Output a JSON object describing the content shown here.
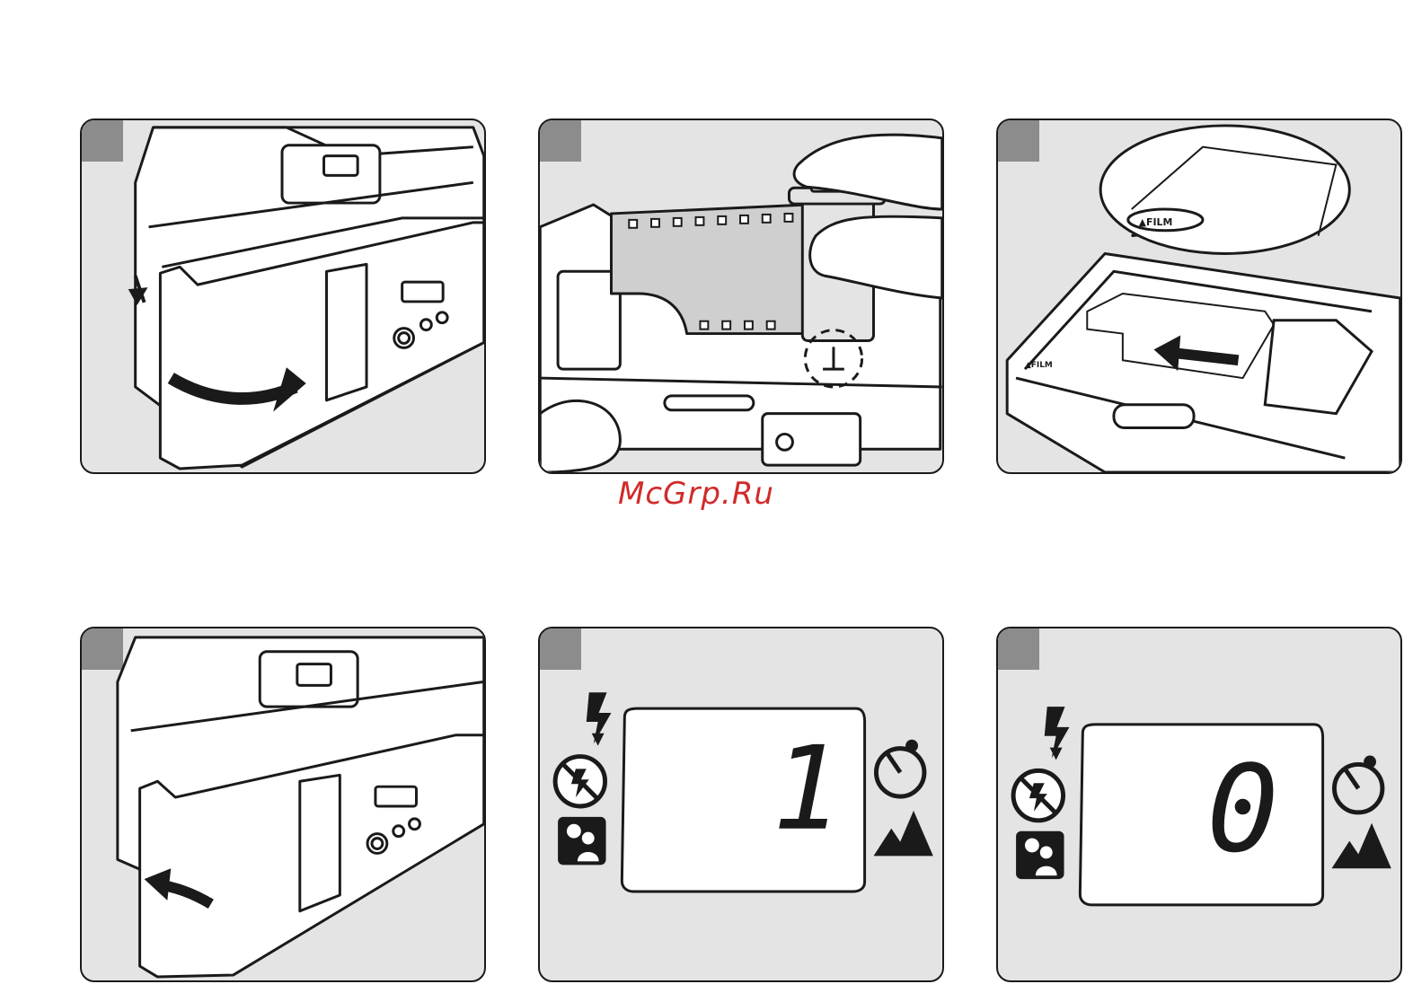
{
  "watermark": {
    "text": "McGrp.Ru"
  },
  "panels": [
    {
      "id": "open-back",
      "icons": [
        "release-arrow-icon",
        "swing-open-arrow-icon"
      ]
    },
    {
      "id": "insert-cartridge",
      "icons": [
        "film-cartridge-icon",
        "finger-icon"
      ]
    },
    {
      "id": "pull-film-leader",
      "film_mark": "▲FILM",
      "icons": [
        "pull-arrow-icon"
      ]
    },
    {
      "id": "close-back",
      "icons": [
        "swing-close-arrow-icon"
      ]
    },
    {
      "id": "counter-one",
      "counter": "1",
      "icons": [
        "flash-icon",
        "flash-off-icon",
        "night-portrait-icon",
        "self-timer-icon",
        "landscape-icon"
      ]
    },
    {
      "id": "counter-zero",
      "counter": "0",
      "icons": [
        "flash-icon",
        "flash-off-icon",
        "night-portrait-icon",
        "self-timer-icon",
        "landscape-icon"
      ]
    }
  ],
  "colors": {
    "panel_bg": "#e4e4e4",
    "outline": "#1a1a1a",
    "step_tab": "#8c8c8c",
    "watermark": "#d12a2a"
  }
}
